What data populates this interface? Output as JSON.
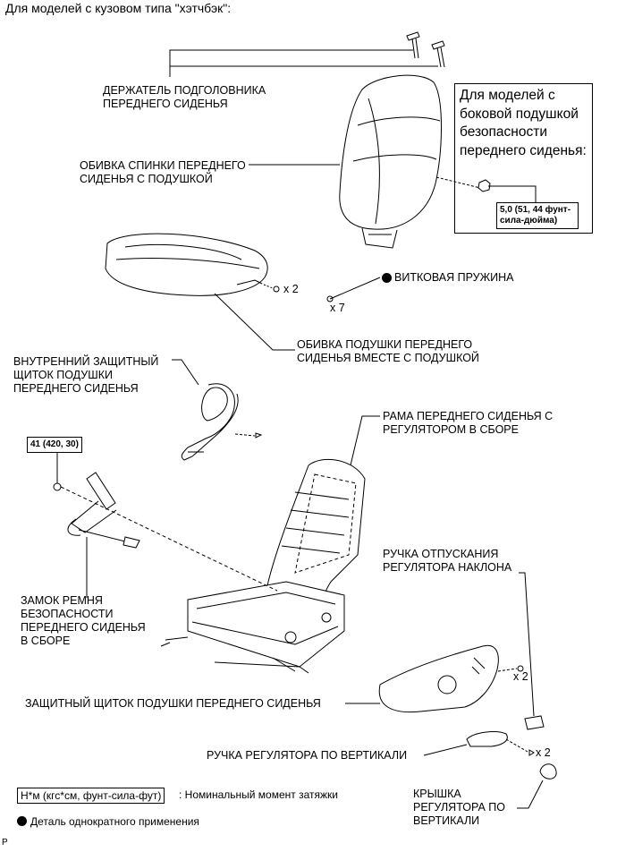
{
  "title": "Для моделей с кузовом типа \"хэтчбэк\":",
  "labels": {
    "headrest_support": "ДЕРЖАТЕЛЬ ПОДГОЛОВНИКА\nПЕРЕДНЕГО СИДЕНЬЯ",
    "seatback_cover": "ОБИВКА СПИНКИ ПЕРЕДНЕГО\nСИДЕНЬЯ С ПОДУШКОЙ",
    "coil_spring": "ВИТКОВАЯ ПРУЖИНА",
    "cushion_cover": "ОБИВКА ПОДУШКИ ПЕРЕДНЕГО\nСИДЕНЬЯ ВМЕСТЕ С ПОДУШКОЙ",
    "inner_shield": "ВНУТРЕННИЙ ЗАЩИТНЫЙ\nЩИТОК ПОДУШКИ\nПЕРЕДНЕГО СИДЕНЬЯ",
    "frame": "РАМА ПЕРЕДНЕГО СИДЕНЬЯ С\nРЕГУЛЯТОРОМ В СБОРЕ",
    "recliner_handle": "РУЧКА ОТПУСКАНИЯ\nРЕГУЛЯТОРА НАКЛОНА",
    "buckle": "ЗАМОК РЕМНЯ\nБЕЗОПАСНОСТИ\nПЕРЕДНЕГО СИДЕНЬЯ\nВ СБОРЕ",
    "cushion_shield": "ЗАЩИТНЫЙ ЩИТОК ПОДУШКИ ПЕРЕДНЕГО СИДЕНЬЯ",
    "vertical_handle": "РУЧКА РЕГУЛЯТОРА ПО ВЕРТИКАЛИ",
    "vertical_cover": "КРЫШКА\nРЕГУЛЯТОРА ПО\nВЕРТИКАЛИ"
  },
  "side_airbag_note": "Для моделей с\nбоковой подушкой\nбезопасности\nпереднего сиденья:",
  "torque": {
    "airbag_nut": "5,0 (51, 44 фунт-\nсила-дюйма)",
    "buckle_bolt": "41 (420, 30)"
  },
  "counts": {
    "cushion_clips": "x 2",
    "hog_rings": "x 7",
    "shield_screws": "x 2",
    "handle_screws": "x 2"
  },
  "legend": {
    "torque_unit": "Н*м (кгс*см, фунт-сила-фут)",
    "torque_desc": ": Номинальный момент затяжки",
    "non_reusable_desc": "Деталь однократного применения"
  },
  "footer_code": "P"
}
